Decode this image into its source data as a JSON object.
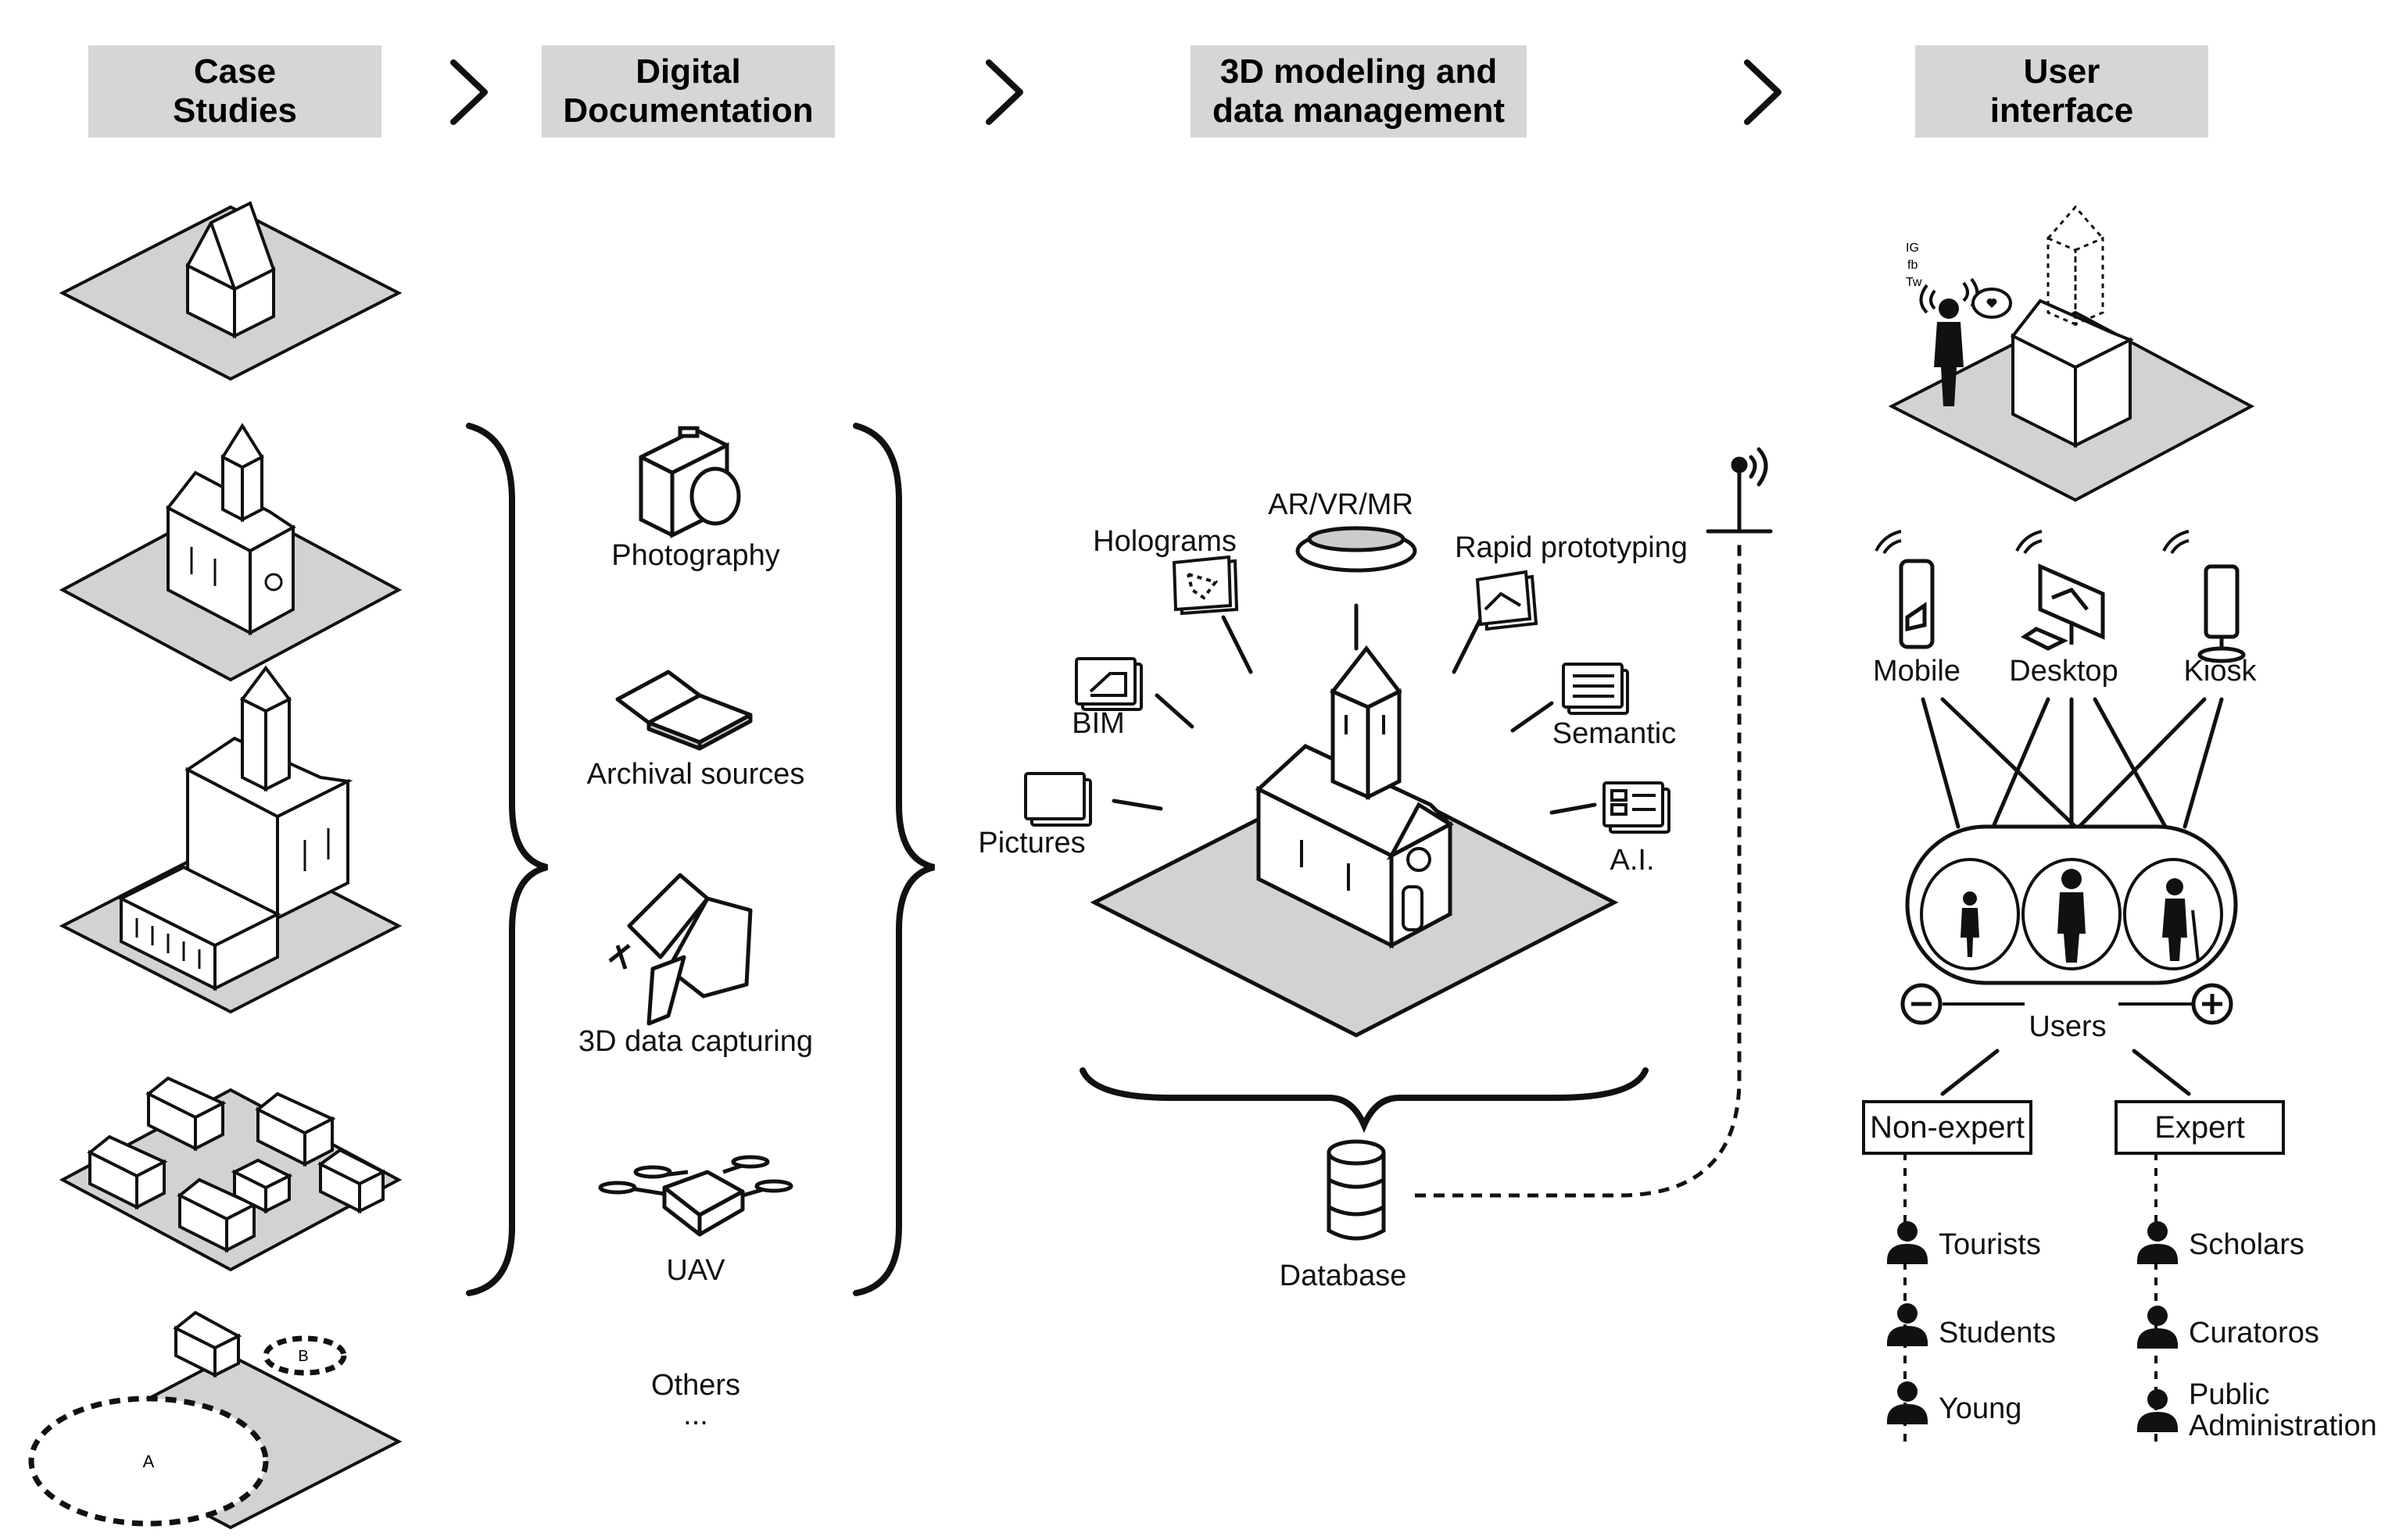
{
  "headers": {
    "case_studies": "Case\nStudies",
    "digital_documentation": "Digital\nDocumentation",
    "modeling": "3D modeling and\ndata management",
    "user_interface": "User\ninterface"
  },
  "documentation": {
    "photography": "Photography",
    "archival": "Archival sources",
    "capturing": "3D data capturing",
    "uav": "UAV",
    "others": "Others",
    "ellipsis": "..."
  },
  "modeling": {
    "ar_vr_mr": "AR/VR/MR",
    "holograms": "Holograms",
    "rapid_prototyping": "Rapid prototyping",
    "bim": "BIM",
    "semantic": "Semantic",
    "pictures": "Pictures",
    "ai": "A.I.",
    "database": "Database"
  },
  "case_markers": {
    "a": "A",
    "b": "B"
  },
  "social": {
    "ig": "IG",
    "fb": "fb",
    "tw": "Tw"
  },
  "interface": {
    "mobile": "Mobile",
    "desktop": "Desktop",
    "kiosk": "Kiosk",
    "users": "Users",
    "non_expert": "Non-expert",
    "expert": "Expert",
    "non_expert_users": [
      "Tourists",
      "Students",
      "Young"
    ],
    "expert_users": [
      "Scholars",
      "Curatoros",
      "Public\nAdministration"
    ]
  }
}
